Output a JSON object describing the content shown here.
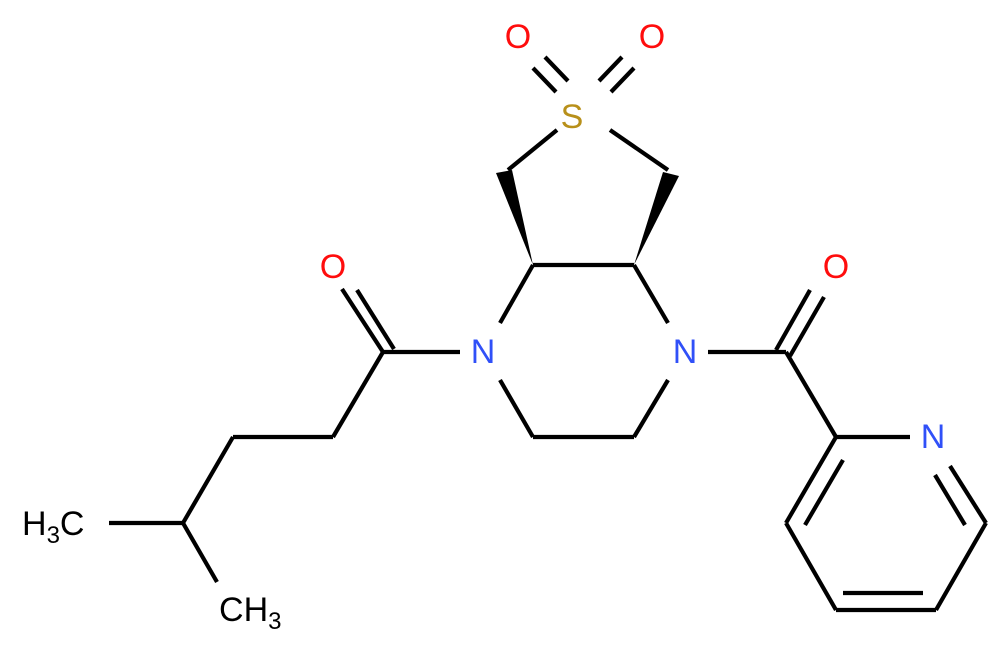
{
  "molecule": {
    "description": "Fused bicyclic sulfone-piperazine amide with 4-methylpentanoyl and pyridine-2-carbonyl groups",
    "colors": {
      "bond": "#000000",
      "oxygen": "#FF0D0D",
      "nitrogen": "#3050F8",
      "sulfur": "#B8901A",
      "carbon": "#000000",
      "background": "#FFFFFF"
    },
    "atoms": {
      "sulfur": "S",
      "sulfonyl_oxygen_left": "O",
      "sulfonyl_oxygen_right": "O",
      "amide_oxygen_left": "O",
      "amide_oxygen_right": "O",
      "piperazine_nitrogen_left": "N",
      "piperazine_nitrogen_right": "N",
      "pyridine_nitrogen": "N",
      "methyl_left": {
        "h": "H",
        "sub": "3",
        "c": "C"
      },
      "methyl_bottom": {
        "c": "C",
        "h": "H",
        "sub": "3"
      }
    }
  }
}
